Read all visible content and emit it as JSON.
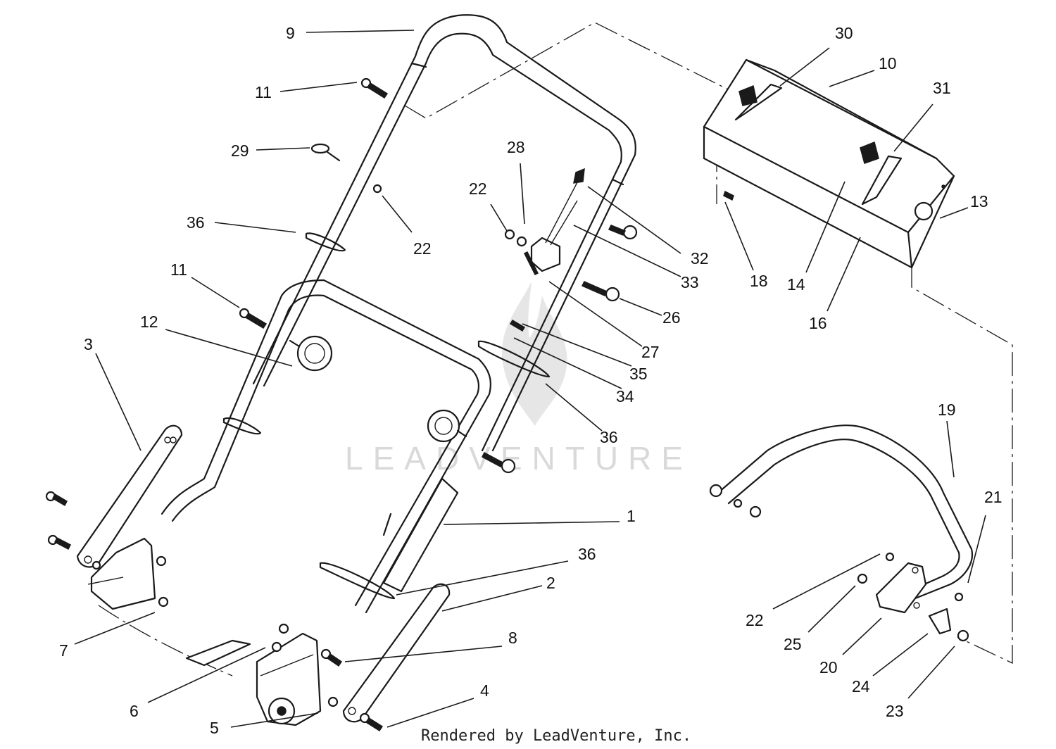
{
  "diagram": {
    "watermark": "LEADVENTURE",
    "footer": "Rendered by LeadVenture, Inc.",
    "callouts": [
      {
        "id": "c9",
        "label": "9"
      },
      {
        "id": "c11a",
        "label": "11"
      },
      {
        "id": "c29",
        "label": "29"
      },
      {
        "id": "c22a",
        "label": "22"
      },
      {
        "id": "c36a",
        "label": "36"
      },
      {
        "id": "c11b",
        "label": "11"
      },
      {
        "id": "c12",
        "label": "12"
      },
      {
        "id": "c3",
        "label": "3"
      },
      {
        "id": "c28",
        "label": "28"
      },
      {
        "id": "c22b",
        "label": "22"
      },
      {
        "id": "c32",
        "label": "32"
      },
      {
        "id": "c33",
        "label": "33"
      },
      {
        "id": "c26",
        "label": "26"
      },
      {
        "id": "c27",
        "label": "27"
      },
      {
        "id": "c35",
        "label": "35"
      },
      {
        "id": "c34",
        "label": "34"
      },
      {
        "id": "c36b",
        "label": "36"
      },
      {
        "id": "c30",
        "label": "30"
      },
      {
        "id": "c10",
        "label": "10"
      },
      {
        "id": "c31",
        "label": "31"
      },
      {
        "id": "c13",
        "label": "13"
      },
      {
        "id": "c18",
        "label": "18"
      },
      {
        "id": "c14",
        "label": "14"
      },
      {
        "id": "c16",
        "label": "16"
      },
      {
        "id": "c1",
        "label": "1"
      },
      {
        "id": "c36c",
        "label": "36"
      },
      {
        "id": "c2",
        "label": "2"
      },
      {
        "id": "c7",
        "label": "7"
      },
      {
        "id": "c8",
        "label": "8"
      },
      {
        "id": "c6",
        "label": "6"
      },
      {
        "id": "c4",
        "label": "4"
      },
      {
        "id": "c5",
        "label": "5"
      },
      {
        "id": "c19",
        "label": "19"
      },
      {
        "id": "c21",
        "label": "21"
      },
      {
        "id": "c22c",
        "label": "22"
      },
      {
        "id": "c25",
        "label": "25"
      },
      {
        "id": "c20",
        "label": "20"
      },
      {
        "id": "c24",
        "label": "24"
      },
      {
        "id": "c23",
        "label": "23"
      }
    ]
  }
}
